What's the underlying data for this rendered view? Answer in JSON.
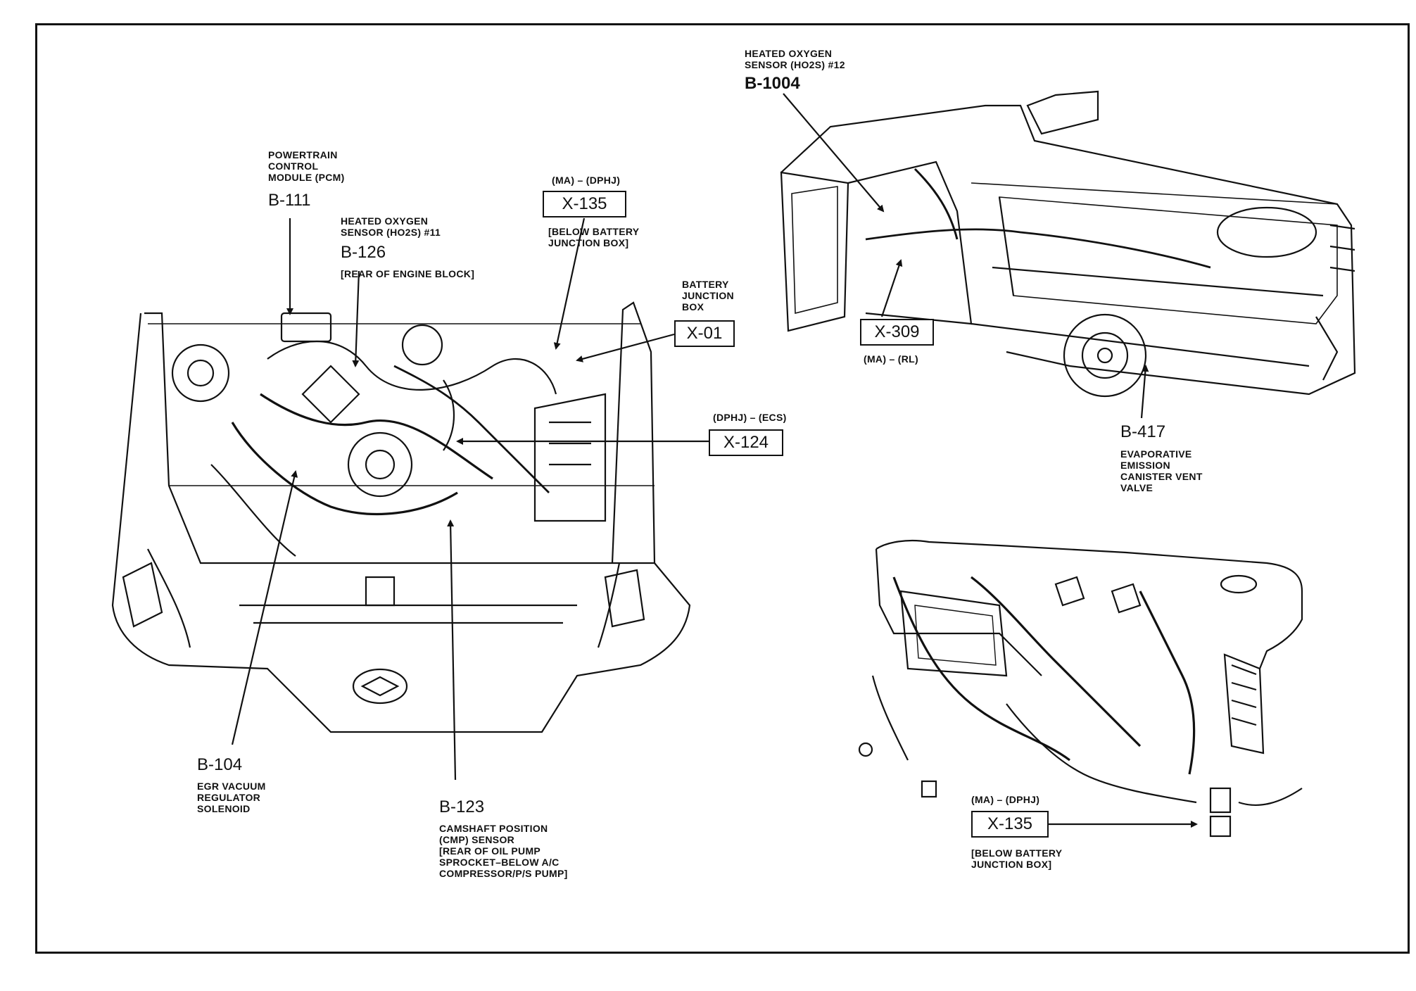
{
  "labels": {
    "pcm_desc": "POWERTRAIN\nCONTROL\nMODULE (PCM)",
    "pcm_id": "B-111",
    "ho2s11_desc": "HEATED OXYGEN\nSENSOR (HO2S) #11",
    "ho2s11_id": "B-126",
    "ho2s11_loc": "[REAR OF ENGINE BLOCK]",
    "x135a_cond": "(MA) – (DPHJ)",
    "x135a_id": "X-135",
    "x135a_loc": "[BELOW BATTERY\nJUNCTION BOX]",
    "bjb_desc": "BATTERY\nJUNCTION\nBOX",
    "bjb_id": "X-01",
    "x124_cond": "(DPHJ) – (ECS)",
    "x124_id": "X-124",
    "egr_id": "B-104",
    "egr_desc": "EGR VACUUM\nREGULATOR\nSOLENOID",
    "cmp_id": "B-123",
    "cmp_desc": "CAMSHAFT POSITION\n(CMP) SENSOR\n[REAR OF OIL PUMP\nSPROCKET–BELOW A/C\nCOMPRESSOR/P/S PUMP]",
    "ho2s12_desc": "HEATED OXYGEN\nSENSOR (HO2S) #12",
    "ho2s12_id": "B-1004",
    "x309_id": "X-309",
    "x309_cond": "(MA) – (RL)",
    "evap_id": "B-417",
    "evap_desc": "EVAPORATIVE\nEMISSION\nCANISTER VENT\nVALVE",
    "x135b_cond": "(MA) – (DPHJ)",
    "x135b_id": "X-135",
    "x135b_loc": "[BELOW BATTERY\nJUNCTION BOX]"
  }
}
